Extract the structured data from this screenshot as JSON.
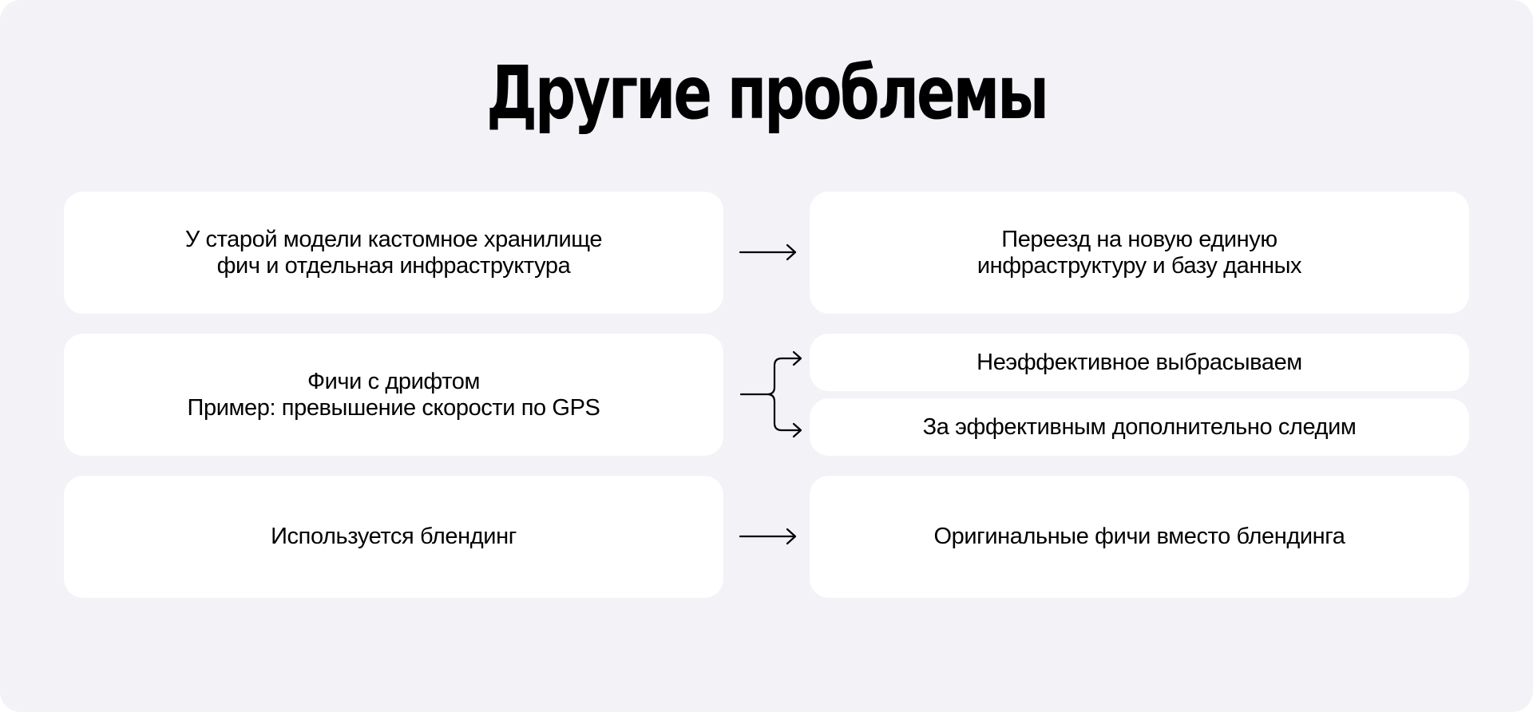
{
  "title": "Другие проблемы",
  "rows": [
    {
      "problem": [
        "У старой модели кастомное хранилище",
        "фич и отдельная инфраструктура"
      ],
      "solution": [
        "Переезд на новую единую",
        "инфраструктуру и базу данных"
      ]
    },
    {
      "problem": [
        "Фичи с дрифтом",
        "Пример: превышение скорости по GPS"
      ],
      "solutions": [
        "Неэффективное выбрасываем",
        "За эффективным дополнительно следим"
      ]
    },
    {
      "problem": [
        "Используется блендинг"
      ],
      "solution": [
        "Оригинальные фичи вместо блендинга"
      ]
    }
  ],
  "icons": [
    "arrow-right-icon",
    "bracket-split-arrow-icon"
  ],
  "colors": {
    "background": "#f2f2f7",
    "card": "#ffffff",
    "text": "#000000"
  }
}
